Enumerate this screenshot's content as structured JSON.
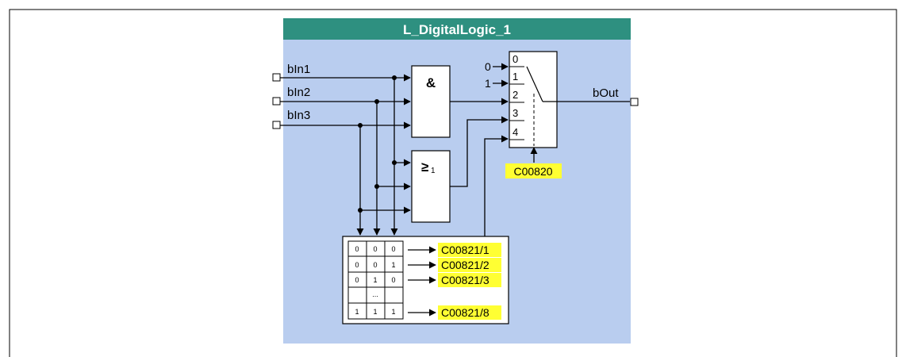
{
  "block": {
    "title": "L_DigitalLogic_1",
    "colors": {
      "header": "#2e9080",
      "body": "#b9cdef",
      "code_highlight": "#ffff33",
      "line": "#000000"
    }
  },
  "inputs": [
    {
      "label": "bIn1"
    },
    {
      "label": "bIn2"
    },
    {
      "label": "bIn3"
    }
  ],
  "output": {
    "label": "bOut"
  },
  "gates": {
    "and_symbol": "&",
    "or_symbol": "≥",
    "or_subscript": "1"
  },
  "selector": {
    "positions": [
      "0",
      "1",
      "2",
      "3",
      "4"
    ],
    "const_inputs": [
      "0",
      "1"
    ],
    "code": "C00820"
  },
  "truth_table": {
    "rows": [
      [
        "0",
        "0",
        "0"
      ],
      [
        "0",
        "0",
        "1"
      ],
      [
        "0",
        "1",
        "0"
      ],
      [
        "...",
        "",
        ""
      ],
      [
        "1",
        "1",
        "1"
      ]
    ],
    "codes": [
      "C00821/1",
      "C00821/2",
      "C00821/3",
      "C00821/8"
    ]
  }
}
